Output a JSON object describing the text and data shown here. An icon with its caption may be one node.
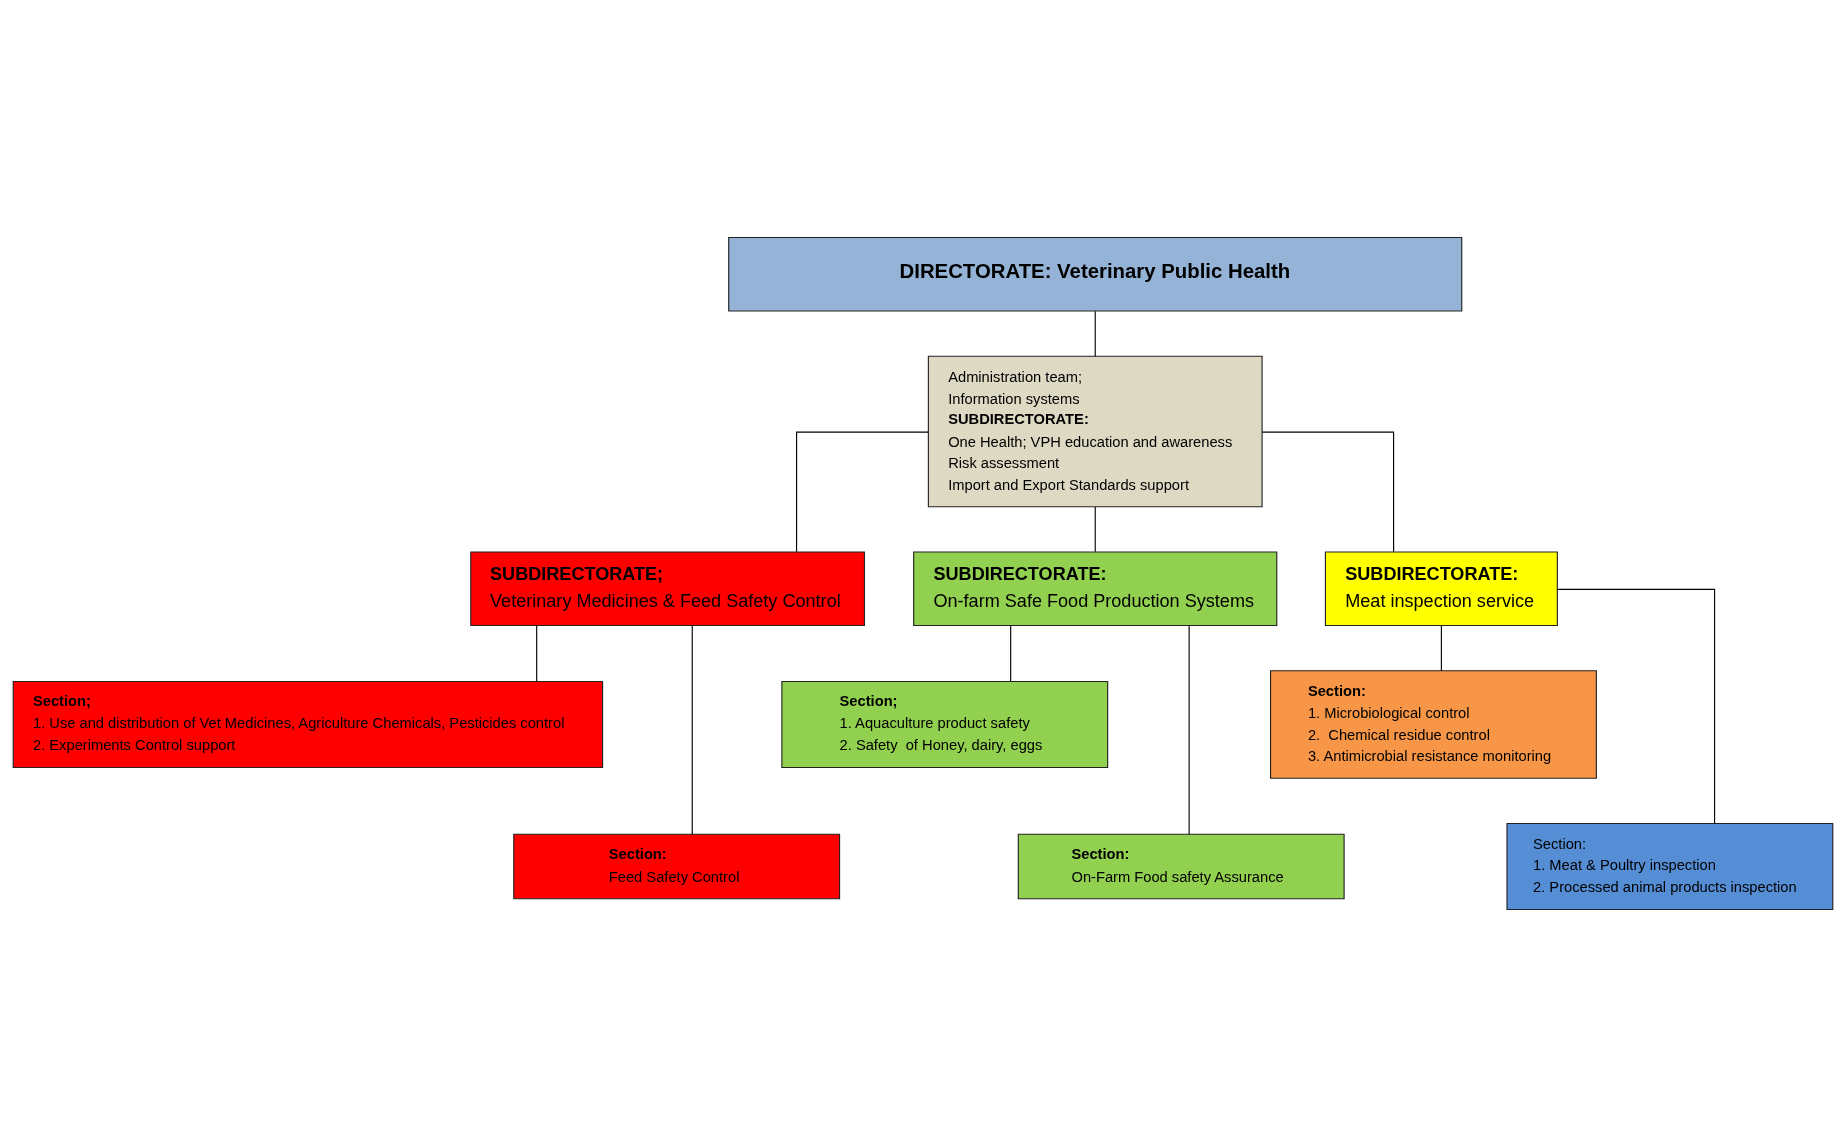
{
  "diagram": {
    "nodes": [
      {
        "text": [
          "DIRECTORATE: Veterinary Public Health"
        ]
      },
      {
        "text": [
          "Administration team;",
          "Information systems",
          "SUBDIRECTORATE:",
          "One Health; VPH education and awareness",
          "Risk assessment",
          "Import and Export Standards support"
        ]
      },
      {
        "text": [
          "SUBDIRECTORATE;",
          "Veterinary Medicines & Feed Safety Control"
        ]
      },
      {
        "text": [
          "SUBDIRECTORATE:",
          "On-farm Safe Food Production Systems"
        ]
      },
      {
        "text": [
          "SUBDIRECTORATE:",
          "Meat inspection service"
        ]
      },
      {
        "text": [
          "Section;",
          "1. Use and distribution of Vet Medicines, Agriculture Chemicals, Pesticides control",
          "2. Experiments Control support"
        ]
      },
      {
        "text": [
          "Section:",
          "Feed Safety Control"
        ]
      },
      {
        "text": [
          "Section;",
          "1. Aquaculture product safety",
          "2. Safety  of Honey, dairy, eggs"
        ]
      },
      {
        "text": [
          "Section:",
          "On-Farm Food safety Assurance"
        ]
      },
      {
        "text": [
          "Section:",
          "1. Microbiological control",
          "2.  Chemical residue control",
          "3. Antimicrobial resistance monitoring"
        ]
      },
      {
        "text": [
          "Section:",
          "1. Meat & Poultry inspection",
          "2. Processed animal products inspection"
        ]
      }
    ],
    "edges": [
      {
        "from": 0,
        "to": 1,
        "arrow": "none"
      },
      {
        "from": 1,
        "to": 2,
        "arrow": "none"
      },
      {
        "from": 1,
        "to": 3,
        "arrow": "none"
      },
      {
        "from": 1,
        "to": 4,
        "arrow": "none"
      },
      {
        "from": 2,
        "to": 5,
        "arrow": "none"
      },
      {
        "from": 2,
        "to": 6,
        "arrow": "none"
      },
      {
        "from": 3,
        "to": 7,
        "arrow": "none"
      },
      {
        "from": 3,
        "to": 8,
        "arrow": "none"
      },
      {
        "from": 4,
        "to": 9,
        "arrow": "none"
      },
      {
        "from": 4,
        "to": 10,
        "arrow": "none"
      }
    ]
  }
}
